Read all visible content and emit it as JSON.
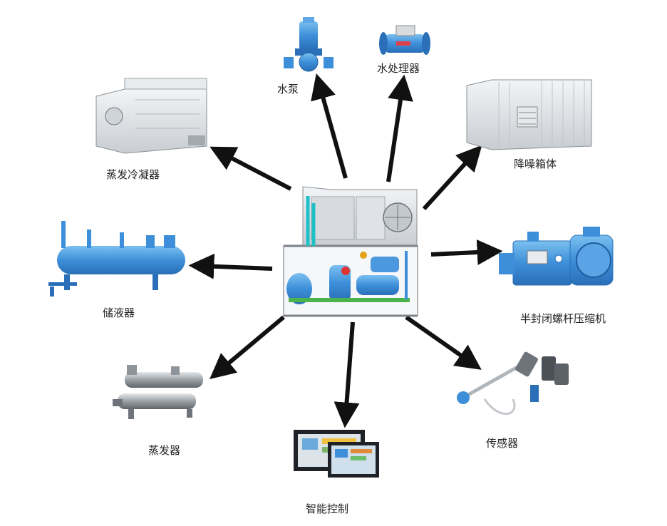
{
  "diagram": {
    "center": {
      "icon": "water-chiller-unit-icon"
    },
    "components": [
      {
        "id": "water-pump",
        "label": "水泵",
        "icon": "water-pump-icon"
      },
      {
        "id": "water-treatment",
        "label": "水处理器",
        "icon": "water-treatment-device-icon"
      },
      {
        "id": "evaporative-condenser",
        "label": "蒸发冷凝器",
        "icon": "evaporative-condenser-icon"
      },
      {
        "id": "soundproof-enclosure",
        "label": "降噪箱体",
        "icon": "container-enclosure-icon"
      },
      {
        "id": "liquid-receiver",
        "label": "储液器",
        "icon": "liquid-receiver-tank-icon"
      },
      {
        "id": "screw-compressor",
        "label": "半封闭螺杆压缩机",
        "icon": "screw-compressor-icon"
      },
      {
        "id": "evaporator",
        "label": "蒸发器",
        "icon": "shell-tube-evaporator-icon"
      },
      {
        "id": "sensor",
        "label": "传感器",
        "icon": "pressure-sensor-icon"
      },
      {
        "id": "smart-control",
        "label": "智能控制",
        "icon": "touch-screen-controller-icon"
      }
    ],
    "arrow_color": "#111111",
    "accent_blue": "#3d8fd9"
  }
}
